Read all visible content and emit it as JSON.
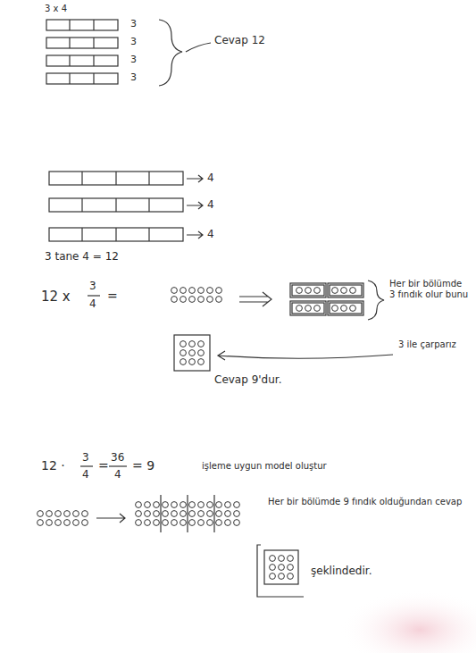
{
  "diagram": {
    "labels": [
      "3 x 4",
      "3",
      "3",
      "3",
      "3",
      "Cevap 12",
      "4",
      "4",
      "4",
      "3 tane 4 = 12",
      "12 x",
      "3",
      "4",
      "=",
      "Her bir bölümde 3 fındık olur bunu",
      "3 ile çarparız",
      "Cevap 9'dur.",
      "12 ·",
      "3",
      "4",
      "=",
      "36",
      "4",
      "= 9",
      "işleme uygun model oluştur",
      "Her bir bölümde 9 fındık olduğundan cevap",
      "şeklindedir."
    ]
  }
}
